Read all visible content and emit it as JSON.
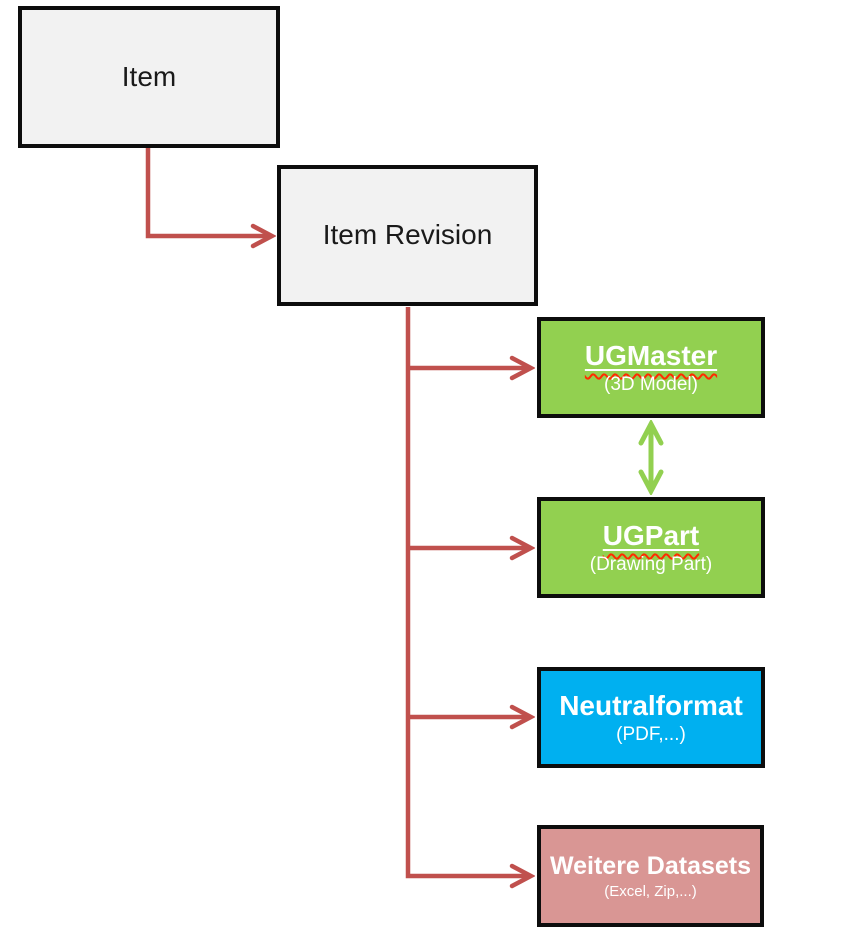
{
  "diagram": {
    "background": "#ffffff",
    "colors": {
      "connector_red": "#c0504d",
      "link_green": "#92d050",
      "box_gray": "#f2f2f2",
      "box_green": "#92d050",
      "box_blue": "#00b0f0",
      "box_pink": "#d99694",
      "border_black": "#0d0d0d",
      "squiggle_red": "#ff2a00",
      "label_white": "#ffffff",
      "label_black": "#1a1a1a"
    },
    "nodes": [
      {
        "id": "item",
        "label": "Item",
        "fill": "#f2f2f2",
        "text_color": "#1a1a1a"
      },
      {
        "id": "item-revision",
        "label": "Item Revision",
        "fill": "#f2f2f2",
        "text_color": "#1a1a1a"
      },
      {
        "id": "ugmaster",
        "label": "UGMaster",
        "sublabel": "(3D Model)",
        "fill": "#92d050",
        "text_color": "#ffffff",
        "underlined": true,
        "spellcheck_squiggle": true
      },
      {
        "id": "ugpart",
        "label": "UGPart",
        "sublabel": "(Drawing Part)",
        "fill": "#92d050",
        "text_color": "#ffffff",
        "underlined": true,
        "spellcheck_squiggle": true
      },
      {
        "id": "neutralformat",
        "label": "Neutralformat",
        "sublabel": "(PDF,...)",
        "fill": "#00b0f0",
        "text_color": "#ffffff"
      },
      {
        "id": "weitere-datasets",
        "label": "Weitere Datasets",
        "sublabel": "(Excel, Zip,...)",
        "fill": "#d99694",
        "text_color": "#ffffff"
      }
    ],
    "edges": [
      {
        "from": "item",
        "to": "item-revision",
        "style": "elbow-arrow",
        "color": "#c0504d"
      },
      {
        "from": "item-revision",
        "to": "ugmaster",
        "style": "elbow-arrow",
        "color": "#c0504d"
      },
      {
        "from": "item-revision",
        "to": "ugpart",
        "style": "elbow-arrow",
        "color": "#c0504d"
      },
      {
        "from": "item-revision",
        "to": "neutralformat",
        "style": "elbow-arrow",
        "color": "#c0504d"
      },
      {
        "from": "item-revision",
        "to": "weitere-datasets",
        "style": "elbow-arrow",
        "color": "#c0504d"
      },
      {
        "from": "ugmaster",
        "to": "ugpart",
        "style": "double-arrow",
        "color": "#92d050"
      }
    ]
  }
}
